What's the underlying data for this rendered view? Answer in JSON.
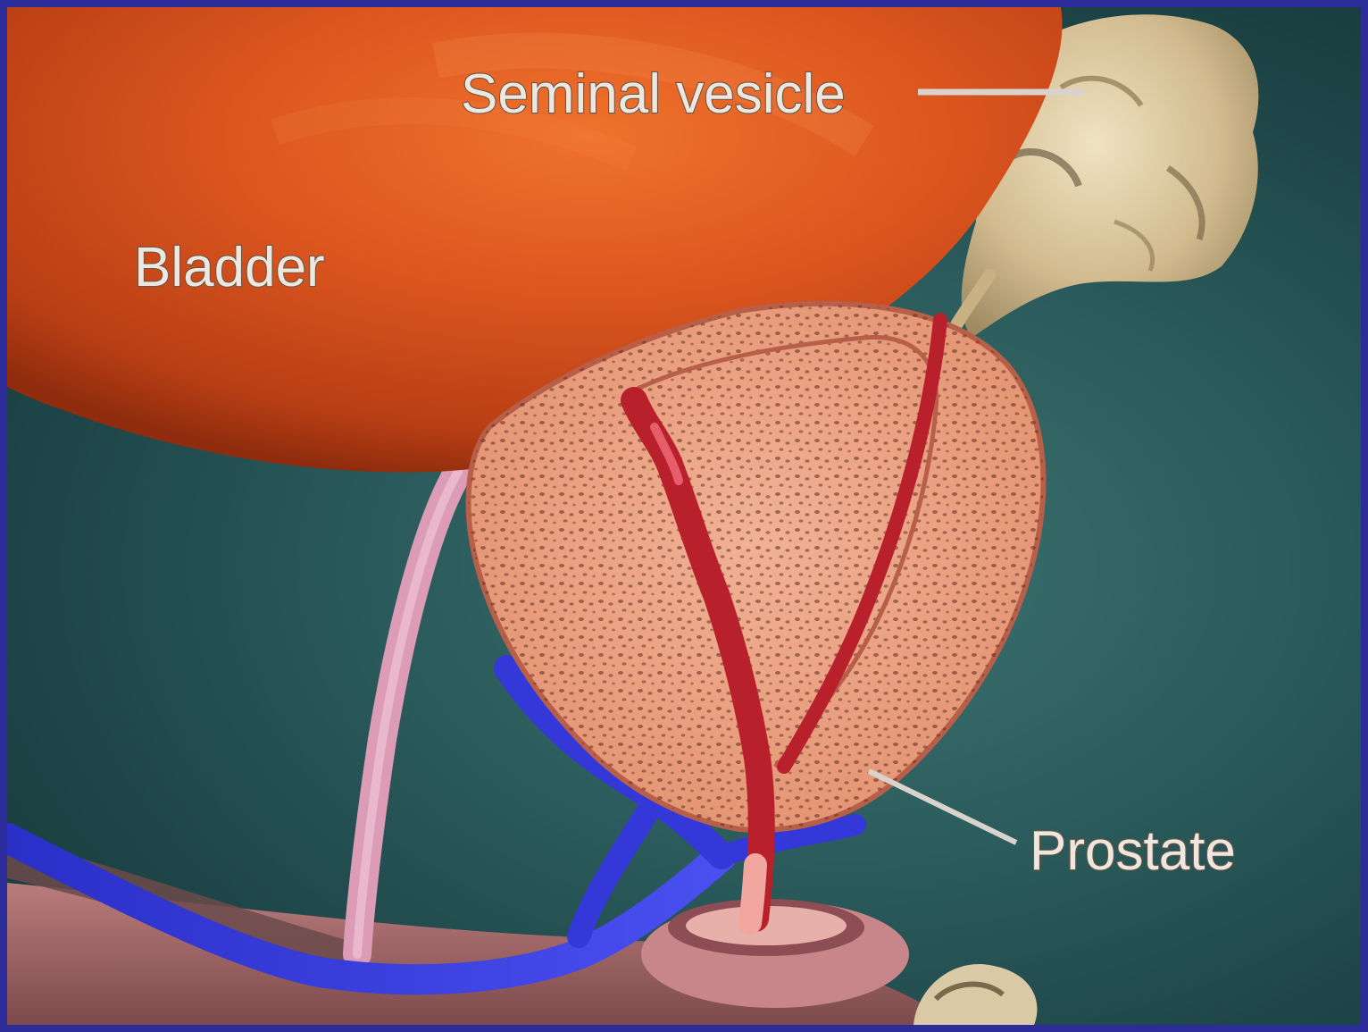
{
  "labels": {
    "seminal_vesicle": "Seminal vesicle",
    "bladder": "Bladder",
    "prostate": "Prostate"
  },
  "colors": {
    "frame_border": "#2c2c9a",
    "background": "#2b5b5c",
    "bladder": "#d94f1c",
    "prostate_tissue": "#eea687",
    "urethra": "#b8202c",
    "vein": "#3a3fe0",
    "vas_deferens": "#dc9cb6",
    "seminal_vesicle": "#d8c196"
  }
}
